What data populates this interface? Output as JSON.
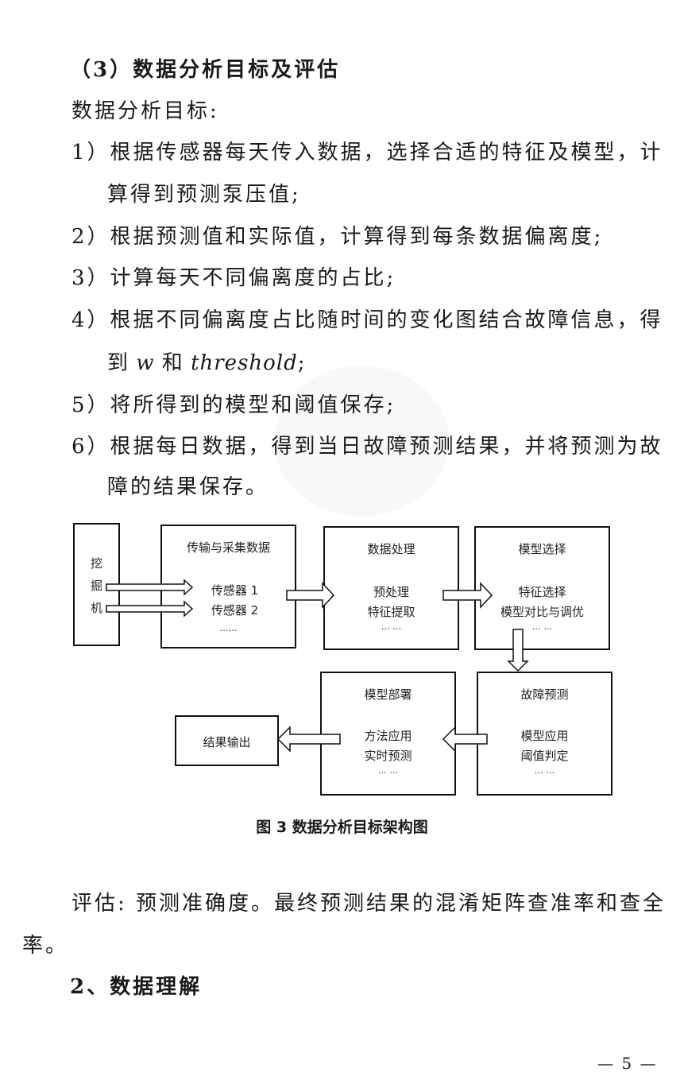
{
  "heading": "（3）数据分析目标及评估",
  "goal_label": "数据分析目标:",
  "items": [
    {
      "num": "1）",
      "text": "根据传感器每天传入数据，选择合适的特征及模型，计",
      "cont": "算得到预测泵压值;"
    },
    {
      "num": "2）",
      "text": "根据预测值和实际值，计算得到每条数据偏离度;"
    },
    {
      "num": "3）",
      "text": "计算每天不同偏离度的占比;"
    },
    {
      "num": "4）",
      "text": "根据不同偏离度占比随时间的变化图结合故障信息，得",
      "cont_pre": "到 ",
      "cont_w": "w",
      "cont_mid": " 和 ",
      "cont_th": "threshold",
      "cont_end": ";"
    },
    {
      "num": "5）",
      "text": "将所得到的模型和阈值保存;"
    },
    {
      "num": "6）",
      "text": "根据每日数据，得到当日故障预测结果，并将预测为故",
      "cont": "障的结果保存。"
    }
  ],
  "diagram": {
    "excavator": [
      "挖",
      "掘",
      "机"
    ],
    "collect": {
      "title": "传输与采集数据",
      "lines": [
        "传感器 1",
        "传感器 2",
        "……"
      ]
    },
    "process": {
      "title": "数据处理",
      "lines": [
        "预处理",
        "特征提取",
        "… …"
      ]
    },
    "model_select": {
      "title": "模型选择",
      "lines": [
        "特征选择",
        "模型对比与调优",
        "… …"
      ]
    },
    "fault": {
      "title": "故障预测",
      "lines": [
        "模型应用",
        "阈值判定",
        "… …"
      ]
    },
    "deploy": {
      "title": "模型部署",
      "lines": [
        "方法应用",
        "实时预测",
        "… …"
      ]
    },
    "output": {
      "title": "结果输出"
    }
  },
  "caption": "图 3  数据分析目标架构图",
  "evaluation": {
    "line1": "评估: 预测准确度。最终预测结果的混淆矩阵查准率和查全",
    "line2": "率。"
  },
  "section": "2、数据理解",
  "page_number": "— 5 —"
}
